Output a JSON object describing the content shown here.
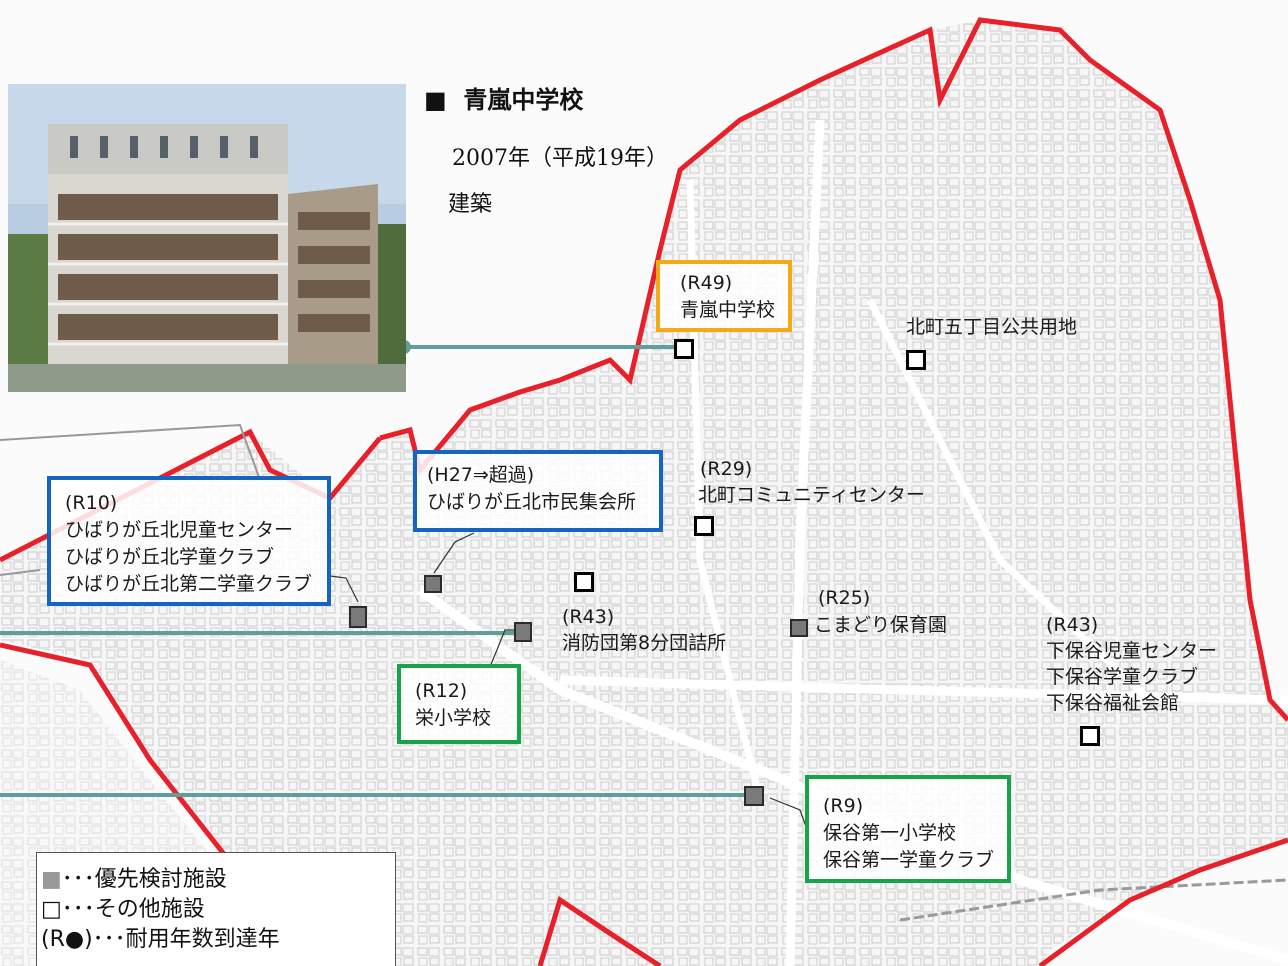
{
  "info": {
    "title_marker": "■",
    "title": "青嵐中学校",
    "line1": "2007年（平成19年）",
    "line2": "建築"
  },
  "facilities": [
    {
      "id": "seiran",
      "lines": [
        "(R49)",
        "青嵐中学校"
      ],
      "box": "orange",
      "marker": "other"
    },
    {
      "id": "kitamachi5",
      "lines": [
        "北町五丁目公共用地"
      ],
      "box": "none",
      "marker": "other"
    },
    {
      "id": "hibari-shimin",
      "lines": [
        "(H27⇒超過)",
        "ひばりが丘北市民集会所"
      ],
      "box": "blue",
      "marker": "priority"
    },
    {
      "id": "hibari-jido",
      "lines": [
        "(R10)",
        "ひばりが丘北児童センター",
        "ひばりが丘北学童クラブ",
        "ひばりが丘北第二学童クラブ"
      ],
      "box": "blue",
      "marker": "priority"
    },
    {
      "id": "kitamachi-comm",
      "lines": [
        "(R29)",
        "北町コミュニティセンター"
      ],
      "box": "none",
      "marker": "other"
    },
    {
      "id": "shobodan",
      "lines": [
        "(R43)",
        "消防団第8分団詰所"
      ],
      "box": "none",
      "marker": "other"
    },
    {
      "id": "sakae",
      "lines": [
        "(R12)",
        "栄小学校"
      ],
      "box": "green",
      "marker": "priority"
    },
    {
      "id": "komadori",
      "lines": [
        "(R25)",
        "こまどり保育園"
      ],
      "box": "none",
      "marker": "priority"
    },
    {
      "id": "shimohoya",
      "lines": [
        "(R43)",
        "下保谷児童センター",
        "下保谷学童クラブ",
        "下保谷福祉会館"
      ],
      "box": "none",
      "marker": "other"
    },
    {
      "id": "hoya1",
      "lines": [
        "(R9)",
        "保谷第一小学校",
        "保谷第一学童クラブ"
      ],
      "box": "green",
      "marker": "priority"
    }
  ],
  "legend": {
    "priority_symbol": "■",
    "priority_text": "･･･優先検討施設",
    "other_symbol": "□",
    "other_text": "･･･その他施設",
    "year_symbol": "(R●)",
    "year_text": "･･･耐用年数到達年"
  },
  "colors": {
    "boundary": "#e8202a",
    "leader": "#5f9e9a",
    "blue_box": "#1565c0",
    "green_box": "#17a34a",
    "orange_box": "#f5a915",
    "priority_marker": "#7a7a7a"
  }
}
